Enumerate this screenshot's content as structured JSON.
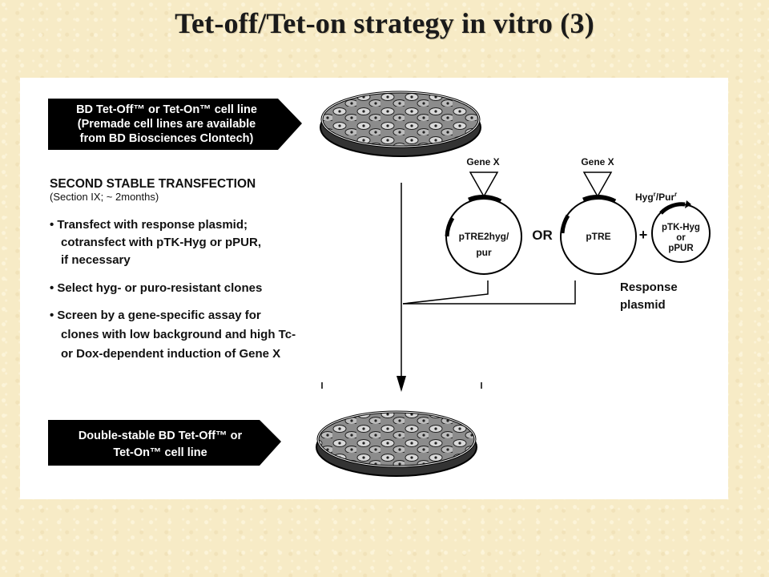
{
  "slide": {
    "title": "Tet-off/Tet-on strategy in vitro (3)"
  },
  "diagram": {
    "top_box": {
      "line1": "BD Tet-Off™ or Tet-On™ cell line",
      "line2": "(Premade cell lines are available",
      "line3": "from BD Biosciences Clontech)"
    },
    "step": {
      "heading": "SECOND STABLE TRANSFECTION",
      "subheading": "(Section IX; ~ 2months)",
      "bullets": [
        {
          "lines": [
            "• Transfect with response plasmid;",
            "cotransfect with pTK-Hyg or pPUR,",
            "if necessary"
          ]
        },
        {
          "lines": [
            "• Select hyg- or puro-resistant clones"
          ]
        },
        {
          "lines": [
            "• Screen by a gene-specific assay for",
            "clones with low background and high Tc-",
            "or Dox-dependent induction of Gene X"
          ]
        }
      ]
    },
    "plasmids": {
      "gene_x_1": "Gene X",
      "gene_x_2": "Gene X",
      "ptre2_line1": "pTRE2hyg/",
      "ptre2_line2": "pur",
      "or": "OR",
      "ptre": "pTRE",
      "plus": "+",
      "hyg_pur": "Hyg",
      "hyg_sup": "r",
      "pur_text": "/Pur",
      "pur_sup": "r",
      "ptk_line1": "pTK-Hyg",
      "ptk_line2": "or",
      "ptk_line3": "pPUR",
      "response_line1": "Response",
      "response_line2": "plasmid"
    },
    "bottom_box": {
      "line1": "Double-stable BD Tet-Off™ or",
      "line2": "Tet-On™ cell line"
    }
  }
}
